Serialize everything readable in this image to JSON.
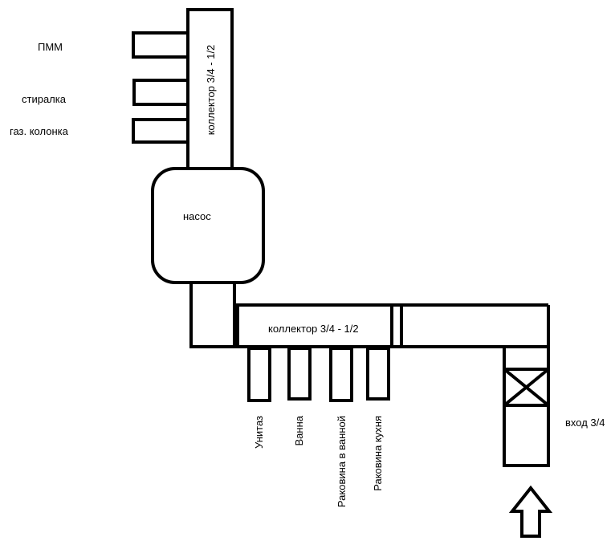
{
  "labels": {
    "pmm": "ПММ",
    "washer": "стиралка",
    "gas_heater": "газ. колонка",
    "collector_top": "коллектор 3/4 - 1/2",
    "pump": "насос",
    "collector_bottom": "коллектор 3/4 - 1/2",
    "toilet": "Унитаз",
    "bath": "Ванна",
    "bathroom_sink": "Раковина в ванной",
    "kitchen_sink": "Раковина кухня",
    "inlet": "вход 3/4"
  },
  "colors": {
    "stroke": "#000000",
    "fill": "#ffffff"
  }
}
